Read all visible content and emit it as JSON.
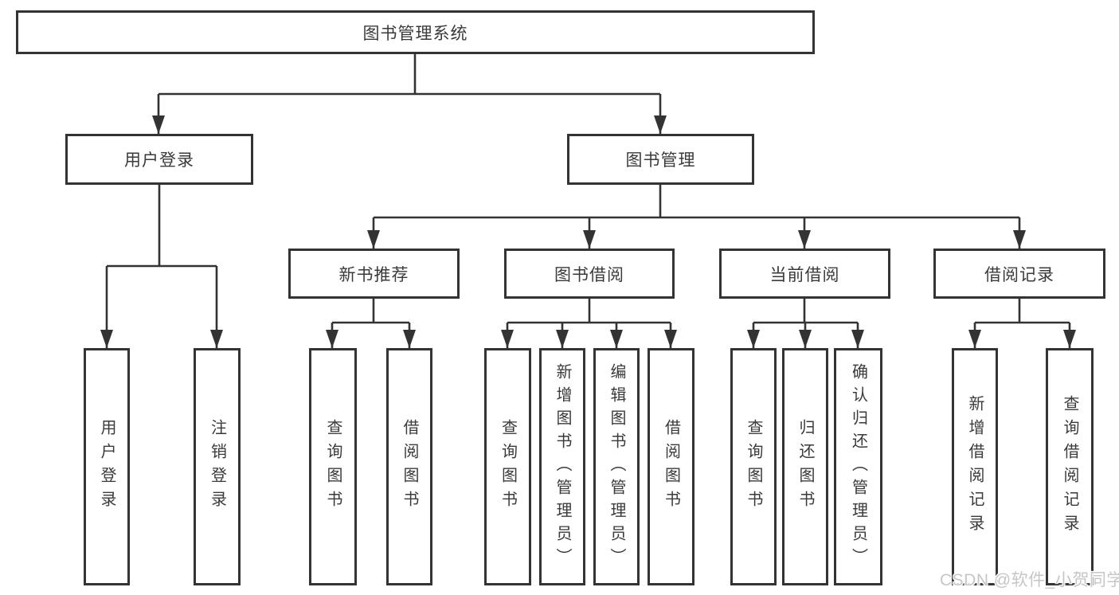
{
  "colors": {
    "line": "#333333",
    "box_border": "#333333",
    "text": "#3a3a3a",
    "watermark": "#c6c6c6",
    "background": "#ffffff"
  },
  "root": {
    "label": "图书管理系统"
  },
  "branches": [
    {
      "label": "用户登录",
      "children": [
        {
          "label": "用户登录"
        },
        {
          "label": "注销登录"
        }
      ]
    },
    {
      "label": "图书管理",
      "children": [
        {
          "label": "新书推荐",
          "children": [
            {
              "label": "查询图书"
            },
            {
              "label": "借阅图书"
            }
          ]
        },
        {
          "label": "图书借阅",
          "children": [
            {
              "label": "查询图书"
            },
            {
              "label": "新增图书（管理员）"
            },
            {
              "label": "编辑图书（管理员）"
            },
            {
              "label": "借阅图书"
            }
          ]
        },
        {
          "label": "当前借阅",
          "children": [
            {
              "label": "查询图书"
            },
            {
              "label": "归还图书"
            },
            {
              "label": "确认归还（管理员）"
            }
          ]
        },
        {
          "label": "借阅记录",
          "children": [
            {
              "label": "新增借阅记录"
            },
            {
              "label": "查询借阅记录"
            }
          ]
        }
      ]
    }
  ],
  "watermark": "CSDN @软件_小贺同学"
}
